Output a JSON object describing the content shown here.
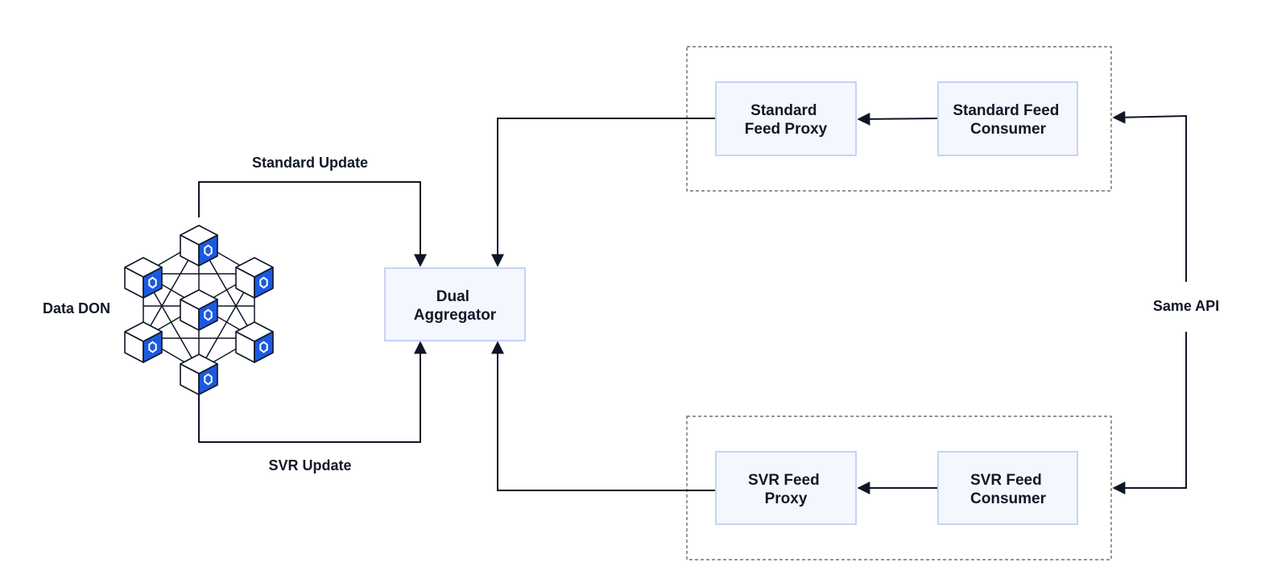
{
  "labels": {
    "data_don": "Data DON",
    "standard_update": "Standard Update",
    "svr_update": "SVR Update",
    "same_api": "Same API"
  },
  "nodes": {
    "dual_aggregator": [
      "Dual",
      "Aggregator"
    ],
    "standard_feed_proxy": [
      "Standard",
      "Feed Proxy"
    ],
    "standard_feed_consumer": [
      "Standard Feed",
      "Consumer"
    ],
    "svr_feed_proxy": [
      "SVR Feed",
      "Proxy"
    ],
    "svr_feed_consumer": [
      "SVR Feed",
      "Consumer"
    ]
  },
  "colors": {
    "box_fill": "#f5f7ff",
    "box_stroke": "#c7d3f5",
    "line": "#0d1526",
    "cube_face": "#ffffff",
    "cube_accent": "#1a5ae0"
  },
  "icons": {
    "network": "chainlink-don-network-icon"
  }
}
